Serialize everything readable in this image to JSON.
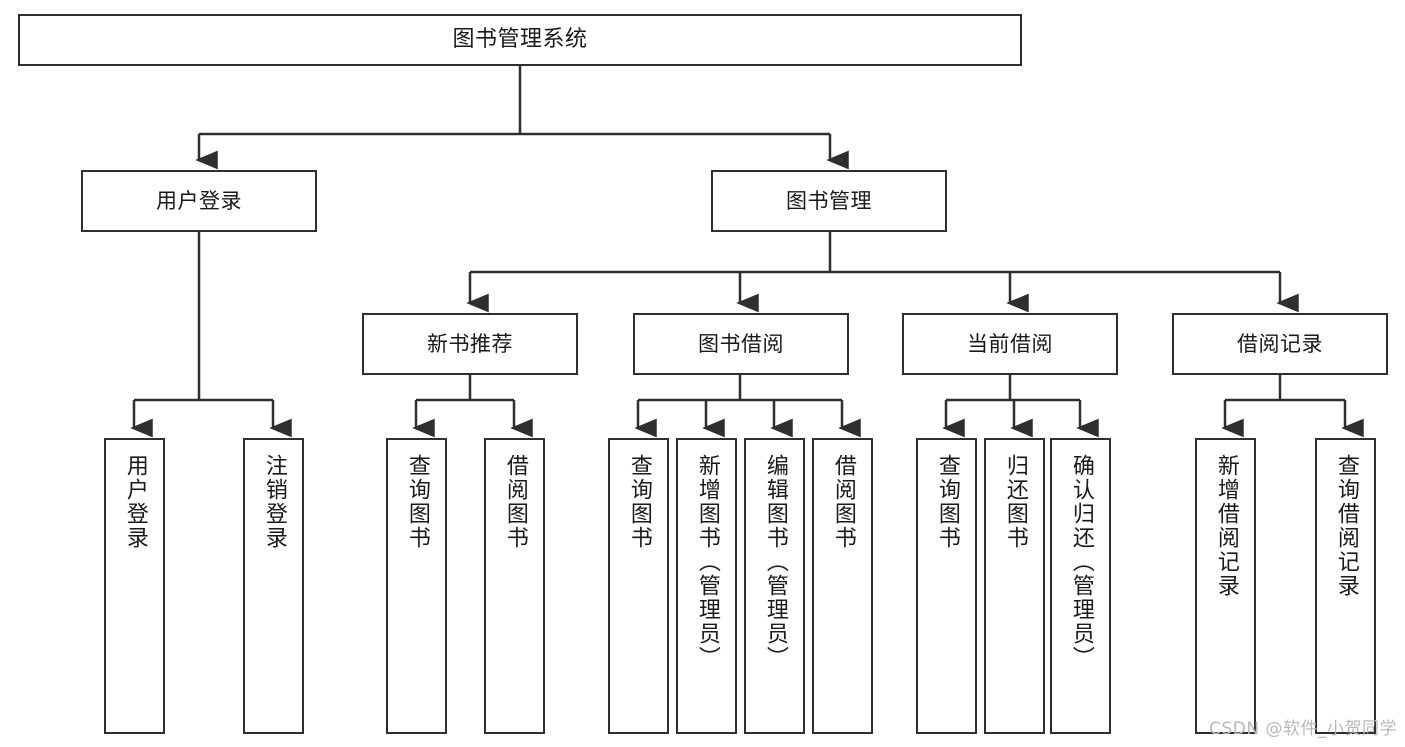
{
  "diagram": {
    "title": "图书管理系统",
    "type": "tree-hierarchy",
    "watermark": "CSDN @软件_小贺同学",
    "colors": {
      "stroke": "#2f2f2f",
      "fill": "#ffffff",
      "text": "#1a1a1a",
      "watermark": "#b9b9b9"
    },
    "nodes": {
      "root": {
        "label": "图书管理系统"
      },
      "level2": [
        {
          "id": "user-login",
          "label": "用户登录"
        },
        {
          "id": "book-manage",
          "label": "图书管理"
        }
      ],
      "level3": [
        {
          "id": "new-book-recommend",
          "label": "新书推荐"
        },
        {
          "id": "book-borrow",
          "label": "图书借阅"
        },
        {
          "id": "current-borrow",
          "label": "当前借阅"
        },
        {
          "id": "borrow-record",
          "label": "借阅记录"
        }
      ],
      "leaves": [
        {
          "id": "leaf-user-login",
          "label": "用户登录",
          "parent": "user-login"
        },
        {
          "id": "leaf-logout",
          "label": "注销登录",
          "parent": "user-login"
        },
        {
          "id": "leaf-query-book-1",
          "label": "查询图书",
          "parent": "new-book-recommend"
        },
        {
          "id": "leaf-borrow-book-1",
          "label": "借阅图书",
          "parent": "new-book-recommend"
        },
        {
          "id": "leaf-query-book-2",
          "label": "查询图书",
          "parent": "book-borrow"
        },
        {
          "id": "leaf-add-book",
          "label": "新增图书（管理员）",
          "parent": "book-borrow"
        },
        {
          "id": "leaf-edit-book",
          "label": "编辑图书（管理员）",
          "parent": "book-borrow"
        },
        {
          "id": "leaf-borrow-book-2",
          "label": "借阅图书",
          "parent": "book-borrow"
        },
        {
          "id": "leaf-query-book-3",
          "label": "查询图书",
          "parent": "current-borrow"
        },
        {
          "id": "leaf-return-book",
          "label": "归还图书",
          "parent": "current-borrow"
        },
        {
          "id": "leaf-confirm-return",
          "label": "确认归还（管理员）",
          "parent": "current-borrow"
        },
        {
          "id": "leaf-add-record",
          "label": "新增借阅记录",
          "parent": "borrow-record"
        },
        {
          "id": "leaf-query-record",
          "label": "查询借阅记录",
          "parent": "borrow-record"
        }
      ]
    }
  }
}
